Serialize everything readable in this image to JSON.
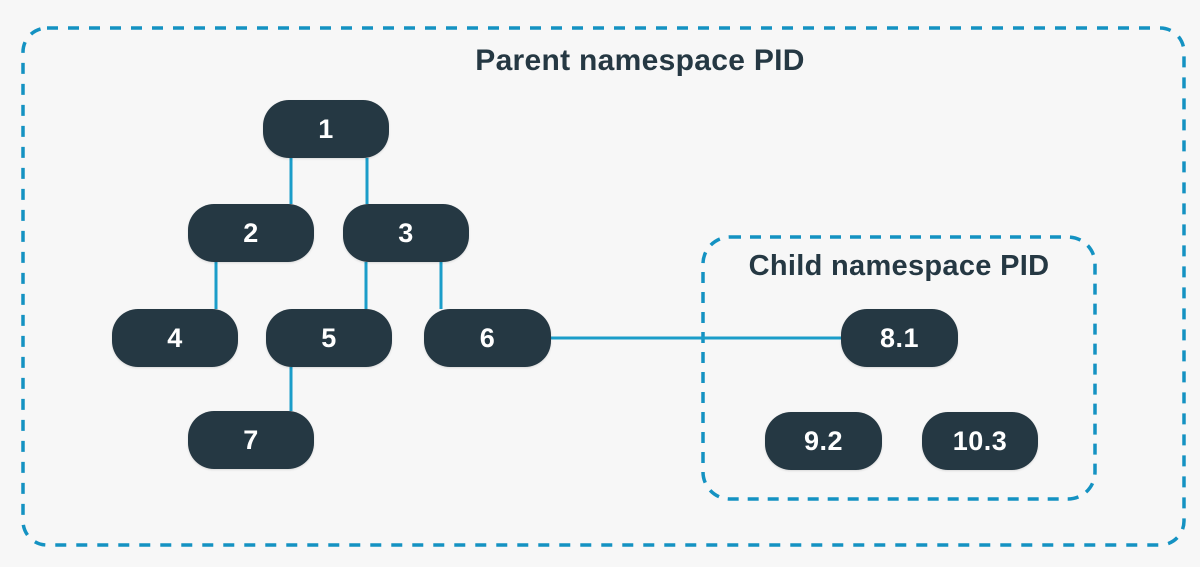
{
  "colors": {
    "background": "#f7f7f7",
    "node_fill": "#253843",
    "node_text": "#ffffff",
    "title_text": "#253843",
    "dashed_border": "#1492c2",
    "connector_line": "#1b9dc9"
  },
  "parent_namespace": {
    "title": "Parent namespace PID",
    "nodes": [
      {
        "label": "1"
      },
      {
        "label": "2"
      },
      {
        "label": "3"
      },
      {
        "label": "4"
      },
      {
        "label": "5"
      },
      {
        "label": "6"
      },
      {
        "label": "7"
      }
    ]
  },
  "child_namespace": {
    "title": "Child namespace PID",
    "nodes": [
      {
        "label": "8.1"
      },
      {
        "label": "9.2"
      },
      {
        "label": "10.3"
      }
    ]
  },
  "edges": [
    {
      "from": "1",
      "to": "2"
    },
    {
      "from": "1",
      "to": "3"
    },
    {
      "from": "2",
      "to": "4"
    },
    {
      "from": "3",
      "to": "5"
    },
    {
      "from": "3",
      "to": "6"
    },
    {
      "from": "5",
      "to": "7"
    },
    {
      "from": "6",
      "to": "8.1"
    }
  ]
}
